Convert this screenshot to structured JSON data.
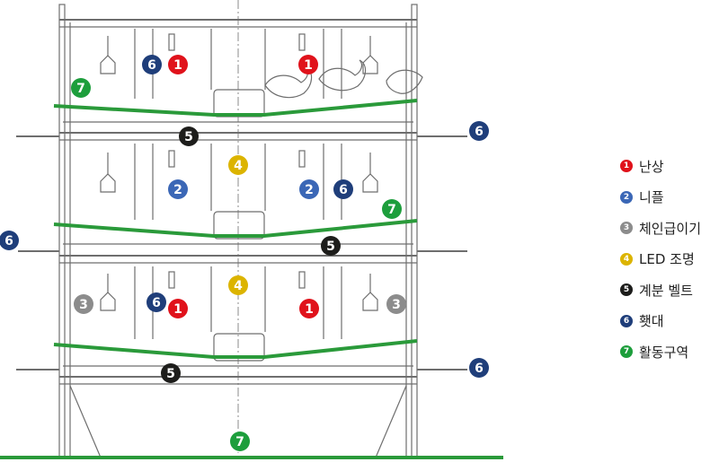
{
  "colors": {
    "1": "#e0121b",
    "2": "#3b67b6",
    "3": "#8c8c8c",
    "4": "#dcb400",
    "5": "#1d1d1b",
    "6": "#1f3e7a",
    "7": "#1d9e3c",
    "line": "#6e6e6e",
    "green": "#2a9a3a"
  },
  "legend": [
    {
      "num": "1",
      "label": "난상",
      "color_key": "1"
    },
    {
      "num": "2",
      "label": "니플",
      "color_key": "2"
    },
    {
      "num": "3",
      "label": "체인급이기",
      "color_key": "3"
    },
    {
      "num": "4",
      "label": "LED 조명",
      "color_key": "4"
    },
    {
      "num": "5",
      "label": "계분 벨트",
      "color_key": "5"
    },
    {
      "num": "6",
      "label": "횃대",
      "color_key": "6"
    },
    {
      "num": "7",
      "label": "활동구역",
      "color_key": "7"
    }
  ],
  "markers": {
    "m1": "6",
    "m2": "1",
    "m3": "1",
    "m4": "7",
    "m5": "5",
    "m6": "6",
    "m7": "4",
    "m8": "2",
    "m9": "2",
    "m10": "6",
    "m11": "7",
    "m12": "6",
    "m13": "5",
    "m14": "3",
    "m15": "6",
    "m16": "1",
    "m17": "4",
    "m18": "1",
    "m19": "3",
    "m20": "5",
    "m21": "6",
    "m22": "7"
  }
}
